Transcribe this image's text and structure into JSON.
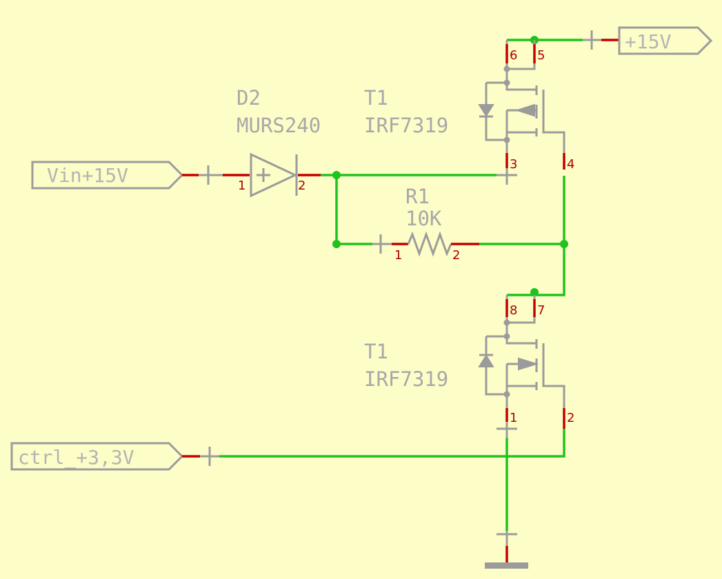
{
  "colors": {
    "background": "#fdfdc8",
    "wire": "#1ec31e",
    "pin": "#c40000",
    "symbol": "#9b9b9b",
    "text": "#a8a8a8"
  },
  "ports": {
    "vin": "Vin+15V",
    "vplus": "+15V",
    "ctrl": "ctrl_+3,3V"
  },
  "parts": {
    "diode": {
      "ref": "D2",
      "value": "MURS240",
      "pin1": "1",
      "pin2": "2"
    },
    "resistor": {
      "ref": "R1",
      "value": "10K",
      "pin1": "1",
      "pin2": "2"
    },
    "mosfet_top": {
      "ref": "T1",
      "value": "IRF7319",
      "pins": [
        "6",
        "5",
        "3",
        "4"
      ]
    },
    "mosfet_bottom": {
      "ref": "T1",
      "value": "IRF7319",
      "pins": [
        "8",
        "7",
        "1",
        "2"
      ]
    }
  },
  "icons": {
    "ground": "ground-symbol-icon",
    "resistor": "resistor-zigzag-icon",
    "diode": "diode-triangle-icon"
  }
}
